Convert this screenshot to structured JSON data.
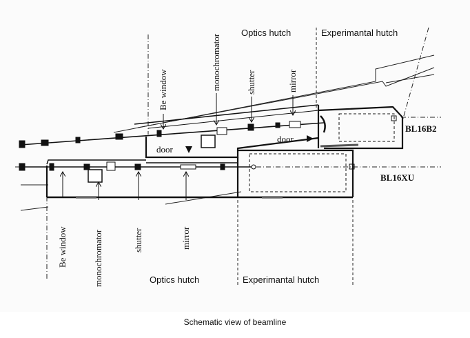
{
  "caption": "Schematic view of beamline",
  "beamlines": {
    "upper": "BL16B2",
    "lower": "BL16XU"
  },
  "upper_labels": {
    "be_window": "Be window",
    "monochromator": "monochromator",
    "shutter": "shutter",
    "mirror": "mirror",
    "optics_hutch": "Optics hutch",
    "experimental_hutch": "Experimantal hutch",
    "door_left": "door",
    "door_right": "door"
  },
  "lower_labels": {
    "be_window": "Be window",
    "monochromator": "monochromator",
    "shutter": "shutter",
    "mirror": "mirror",
    "optics_hutch": "Optics hutch",
    "experimental_hutch": "Experimantal hutch"
  }
}
